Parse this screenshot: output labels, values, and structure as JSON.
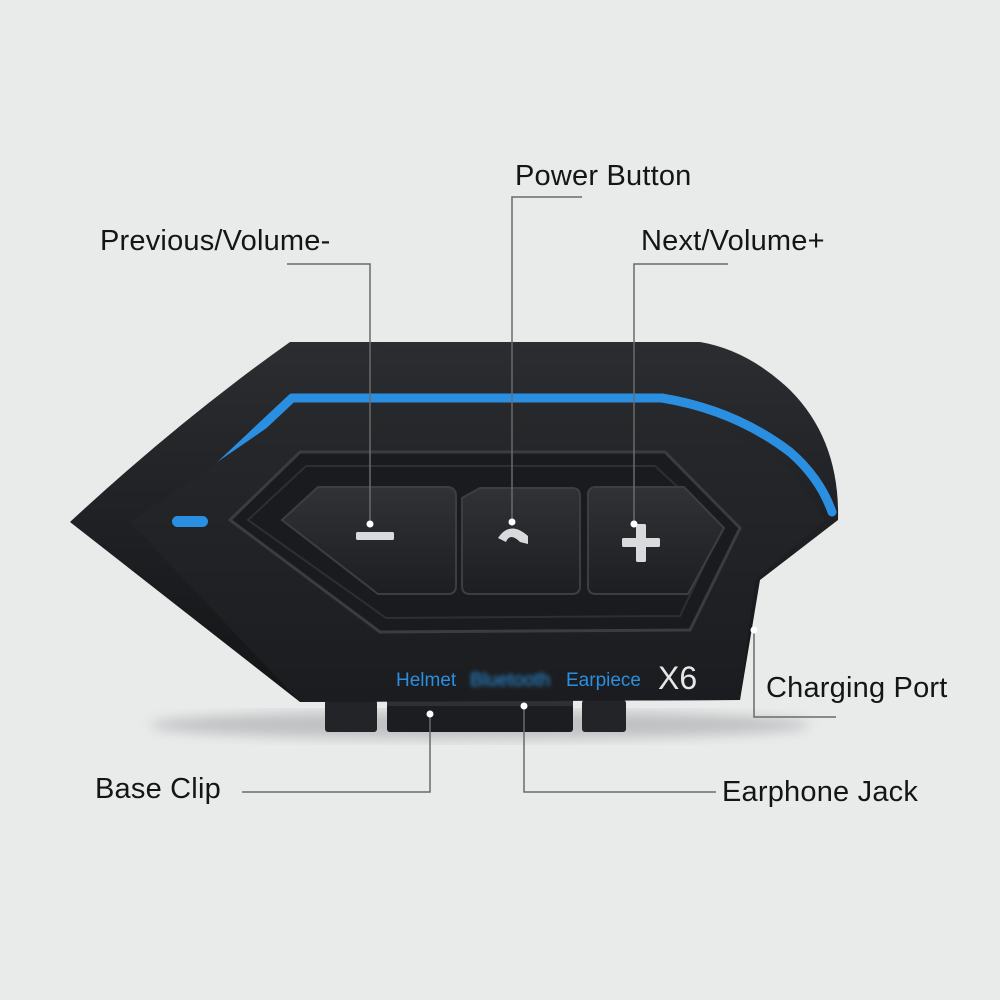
{
  "labels": {
    "power": "Power Button",
    "previous": "Previous/Volume-",
    "next": "Next/Volume+",
    "charging": "Charging Port",
    "base_clip": "Base Clip",
    "earphone": "Earphone Jack"
  },
  "device": {
    "brand_left": "Helmet",
    "brand_middle": "Bluetooth",
    "brand_right": "Earpiece",
    "model": "X6"
  },
  "colors": {
    "accent": "#2a8fe0",
    "body": "#1f2124",
    "background": "#e9eaea"
  }
}
